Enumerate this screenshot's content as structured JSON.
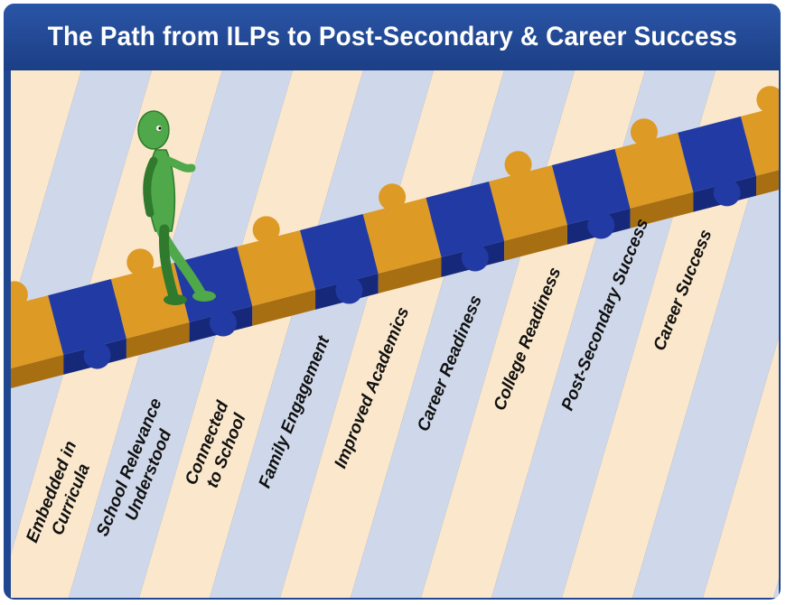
{
  "title": "The Path from ILPs to Post-Secondary & Career Success",
  "colors": {
    "frame": "#1f4690",
    "stripe_light": "#fbe8cc",
    "stripe_blue": "#cfd8ea",
    "piece_gold": "#dd9a25",
    "piece_blue": "#223aa3",
    "figure_green": "#4fa84a",
    "label_text": "#111111"
  },
  "figure_icon": "walking-green-figure-icon",
  "stages": [
    "Embedded in\nCurricula",
    "School Relevance\nUnderstood",
    "Connected\nto School",
    "Family Engagement",
    "Improved Academics",
    "Career Readiness",
    "College Readiness",
    "Post-Secondary Success",
    "Career Success"
  ]
}
